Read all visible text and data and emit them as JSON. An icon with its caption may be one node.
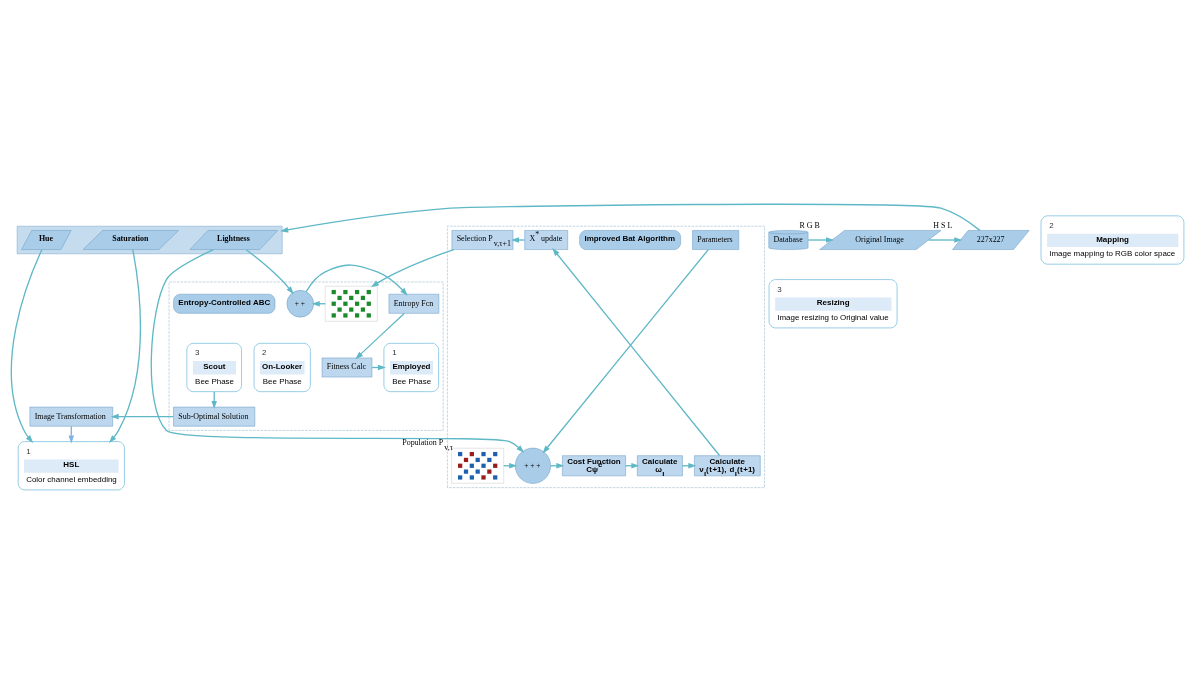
{
  "diagram": {
    "nodes": [
      {
        "text": [],
        "shape": "box"
      },
      {
        "text": [
          "Hue"
        ],
        "in": 0
      },
      {
        "text": [
          "Saturation"
        ],
        "in": 0
      },
      {
        "text": [
          "Lightness"
        ],
        "in": 0
      },
      {
        "text": [
          "227x227"
        ],
        "beside": [
          "H",
          "S",
          "L"
        ]
      },
      {
        "text": [
          "Original Image"
        ],
        "beside": [
          "R",
          "G",
          "B"
        ]
      },
      {
        "text": [
          "Database"
        ]
      },
      {
        "text": [
          "1",
          "HSL",
          "Color channel embedding"
        ]
      },
      {
        "text": [
          "2",
          "Mapping",
          "Image mapping to RGB color space"
        ]
      },
      {
        "text": [
          "3",
          "Resizing",
          "Image resizing to Original value"
        ]
      },
      {
        "text": [],
        "shape": "box"
      },
      {
        "text": [],
        "shape": "picture",
        "beside": [
          "Population P$_{v,τ}$"
        ],
        "in": 10
      },
      {
        "text": [
          "+",
          "+",
          "+"
        ],
        "in": 10
      },
      {
        "text": [
          "Parameters"
        ],
        "in": 10
      },
      {
        "text": [
          "Cost Function",
          "Cψ$^{e}$"
        ],
        "in": 10
      },
      {
        "text": [
          "Calculate",
          "ω$_{ι}$"
        ],
        "in": 10
      },
      {
        "text": [
          "Calculate",
          "ν$_{ι}$(**t**+1), **d**$_{ι}$(**t**+1)"
        ],
        "in": 10
      },
      {
        "text": [
          "Improved Bat Algorithm"
        ],
        "in": 10
      },
      {
        "text": [
          "Selection P$_{v,τ+1}$"
        ],
        "in": 10
      },
      {
        "text": [
          "X$^{*}$ update"
        ],
        "in": 10
      },
      {
        "text": [],
        "shape": "box"
      },
      {
        "text": [
          "Entropy Fcn"
        ],
        "in": 20
      },
      {
        "text": [
          "+",
          "+"
        ],
        "in": 20
      },
      {
        "text": [],
        "shape": "picture",
        "in": 20
      },
      {
        "text": [
          "Entropy-Controlled ABC"
        ],
        "in": 20
      },
      {
        "text": [
          "Fitness Calc"
        ],
        "in": 20
      },
      {
        "text": [
          "1",
          "Employed",
          "Bee Phase"
        ],
        "in": 20
      },
      {
        "text": [
          "2",
          "On-Looker",
          "Bee Phase"
        ],
        "in": 20
      },
      {
        "text": [
          "3",
          "Scout",
          "Bee Phase"
        ],
        "in": 20
      },
      {
        "text": [
          "Sub-Optimal Solution"
        ],
        "in": 20
      },
      {
        "text": [
          "Image Transformation"
        ]
      }
    ],
    "edges": [
      {
        "from": 6,
        "to": 5,
        "arrow": "to"
      },
      {
        "from": 5,
        "to": 4,
        "arrow": "to"
      },
      {
        "from": 4,
        "to": 0,
        "arrow": "to"
      },
      {
        "from": 1,
        "to": 7,
        "arrow": "to"
      },
      {
        "from": 2,
        "to": 7,
        "arrow": "to"
      },
      {
        "from": 3,
        "to": 12,
        "arrow": "to"
      },
      {
        "from": 3,
        "to": 22,
        "arrow": "to"
      },
      {
        "from": 11,
        "to": 12,
        "arrow": "to"
      },
      {
        "from": 13,
        "to": 12,
        "arrow": "to"
      },
      {
        "from": 12,
        "to": 14,
        "arrow": "to"
      },
      {
        "from": 14,
        "to": 15,
        "arrow": "to"
      },
      {
        "from": 15,
        "to": 16,
        "arrow": "to"
      },
      {
        "from": 16,
        "to": 19,
        "arrow": "to"
      },
      {
        "from": 19,
        "to": 18,
        "arrow": "to"
      },
      {
        "from": 18,
        "to": 23,
        "arrow": "to"
      },
      {
        "from": 23,
        "to": 22,
        "arrow": "to"
      },
      {
        "from": 22,
        "to": 21,
        "arrow": "to"
      },
      {
        "from": 21,
        "to": 25,
        "arrow": "to"
      },
      {
        "from": 25,
        "to": 26,
        "arrow": "to"
      },
      {
        "from": 28,
        "to": 29,
        "arrow": "to"
      },
      {
        "from": 29,
        "to": 30,
        "arrow": "to"
      },
      {
        "from": 30,
        "to": 7,
        "arrow": "to",
        "color": "#7fb2e5"
      }
    ]
  }
}
